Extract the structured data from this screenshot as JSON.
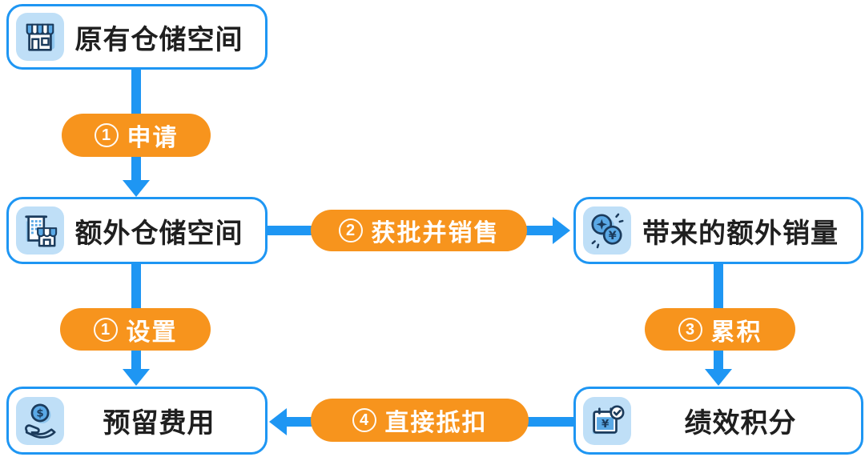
{
  "colors": {
    "blue": "#1E96F3",
    "orange": "#F7941D",
    "tile": "#BFDFF7",
    "icon_blue": "#5AA9E6",
    "icon_shadow": "#8FC6EE",
    "navy": "#1B3B5C",
    "text": "#1F1F1F",
    "pill_text": "#FFFFFF"
  },
  "nodes": [
    {
      "id": "original-storage",
      "label": "原有仓储空间",
      "icon": "storefront-icon"
    },
    {
      "id": "extra-storage",
      "label": "额外仓储空间",
      "icon": "building-store-icon"
    },
    {
      "id": "extra-sales",
      "label": "带来的额外销量",
      "icon": "coins-yen-icon"
    },
    {
      "id": "reserved-fee",
      "label": "预留费用",
      "icon": "hand-coin-icon"
    },
    {
      "id": "performance-points",
      "label": "绩效积分",
      "icon": "calendar-yen-check-icon"
    }
  ],
  "edges": [
    {
      "from": "original-storage",
      "to": "extra-storage",
      "number": "1",
      "label": "申请",
      "direction": "down"
    },
    {
      "from": "extra-storage",
      "to": "extra-sales",
      "number": "2",
      "label": "获批并销售",
      "direction": "right"
    },
    {
      "from": "extra-storage",
      "to": "reserved-fee",
      "number": "1",
      "label": "设置",
      "direction": "down"
    },
    {
      "from": "extra-sales",
      "to": "performance-points",
      "number": "3",
      "label": "累积",
      "direction": "down"
    },
    {
      "from": "performance-points",
      "to": "reserved-fee",
      "number": "4",
      "label": "直接抵扣",
      "direction": "left"
    }
  ]
}
